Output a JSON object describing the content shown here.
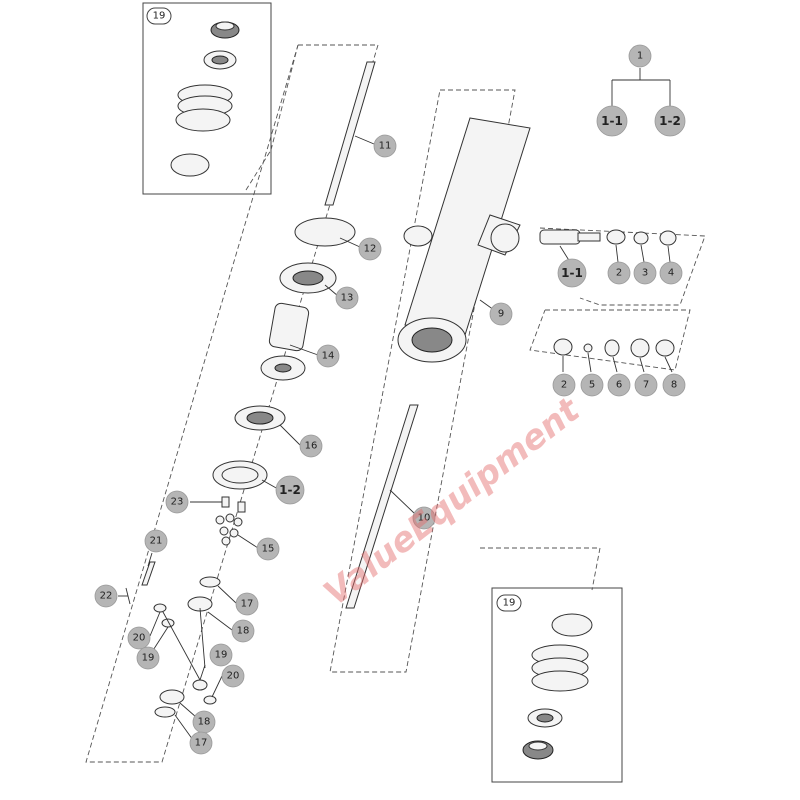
{
  "watermark": "ValueEquipment",
  "tree": {
    "root": "1",
    "children": [
      "1-1",
      "1-2"
    ]
  },
  "insets": [
    {
      "id": "inset-top-left",
      "label": "19"
    },
    {
      "id": "inset-bottom-right",
      "label": "19"
    }
  ],
  "callouts": {
    "c11": "11",
    "c12": "12",
    "c13": "13",
    "c14": "14",
    "c16": "16",
    "c1_2": "1-2",
    "c23": "23",
    "c15": "15",
    "c21": "21",
    "c22": "22",
    "c17a": "17",
    "c18a": "18",
    "c20a": "20",
    "c19a": "19",
    "c19b": "19",
    "c20b": "20",
    "c18b": "18",
    "c17b": "17",
    "c10": "10",
    "c9": "9",
    "c1_1": "1-1",
    "c2a": "2",
    "c3": "3",
    "c4": "4",
    "c2b": "2",
    "c5": "5",
    "c6": "6",
    "c7": "7",
    "c8": "8"
  }
}
